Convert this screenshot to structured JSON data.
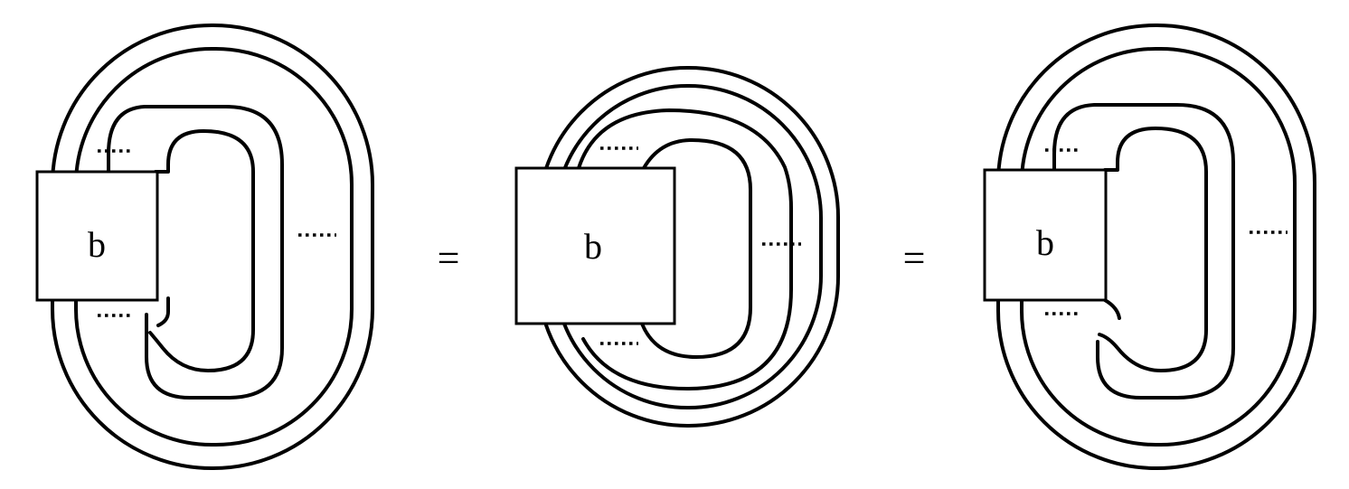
{
  "diagrams": [
    {
      "box_label": "b"
    },
    {
      "box_label": "b"
    },
    {
      "box_label": "b"
    }
  ],
  "equals": [
    "=",
    "="
  ]
}
